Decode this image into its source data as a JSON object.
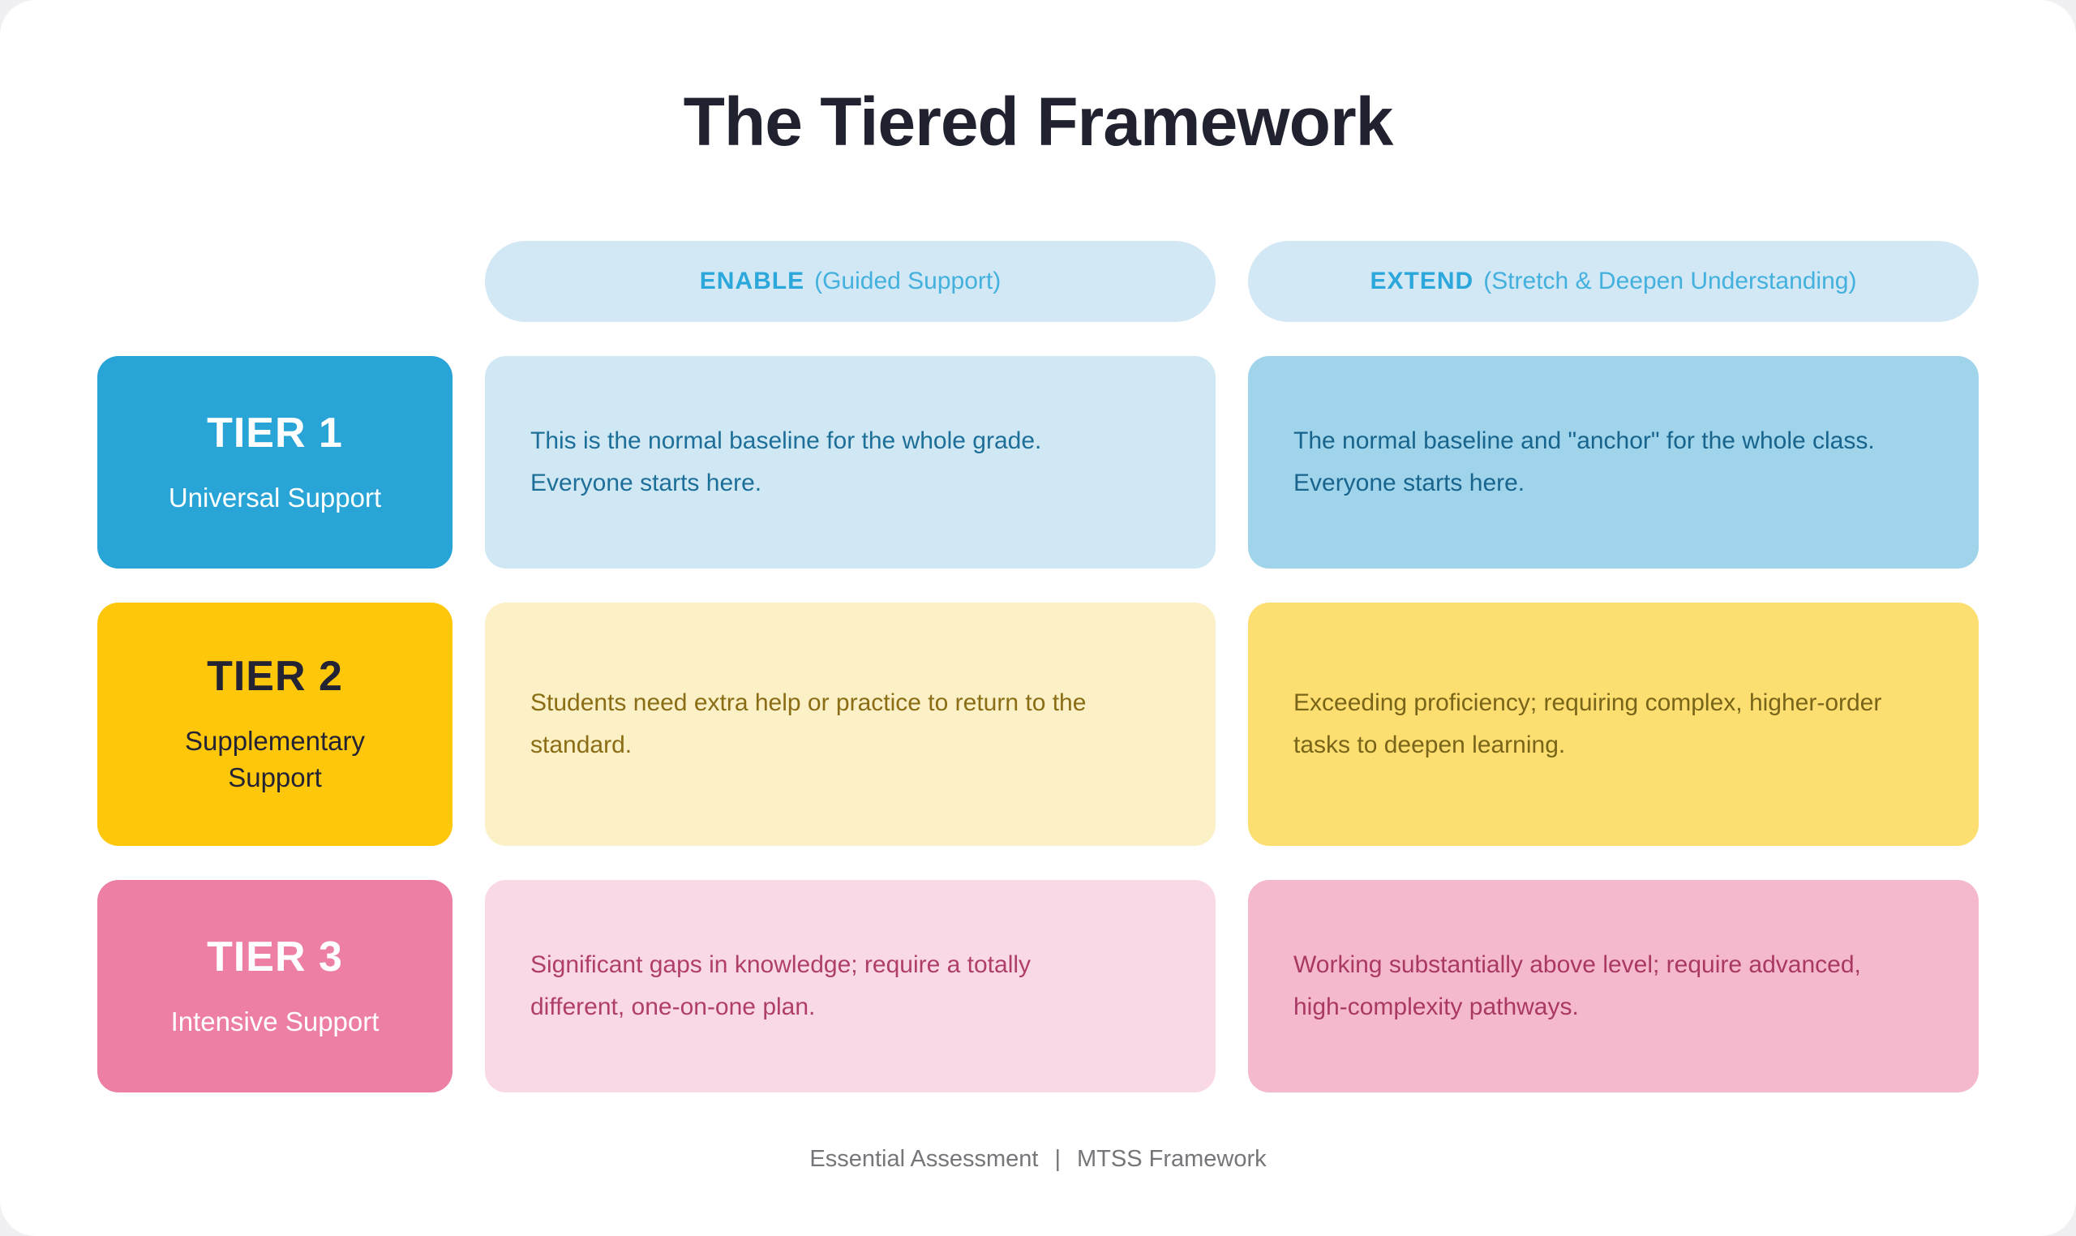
{
  "title": "The Tiered Framework",
  "columns": {
    "enable": {
      "label": "ENABLE",
      "sublabel": "(Guided Support)"
    },
    "extend": {
      "label": "EXTEND",
      "sublabel": "(Stretch & Deepen Understanding)"
    }
  },
  "tiers": [
    {
      "name": "TIER 1",
      "subtitle": "Universal Support",
      "enable": "This is the normal baseline for the whole grade.\nEveryone starts here.",
      "extend": "The normal baseline and \"anchor\" for the whole class.\nEveryone starts here."
    },
    {
      "name": "TIER 2",
      "subtitle": "Supplementary\nSupport",
      "enable": "Students need extra help or practice to return to the\nstandard.",
      "extend": "Exceeding proficiency; requiring complex, higher-order\ntasks to deepen learning."
    },
    {
      "name": "TIER 3",
      "subtitle": "Intensive Support",
      "enable": "Significant gaps in knowledge; require a totally\ndifferent, one-on-one plan.",
      "extend": "Working substantially above level; require advanced,\nhigh-complexity pathways."
    }
  ],
  "footer": {
    "brand": "Essential Assessment",
    "divider": "|",
    "label": "MTSS Framework"
  },
  "colors": {
    "page_background": "#f0f0f2",
    "card_background": "#ffffff",
    "title_text": "#20222f",
    "pill_background": "#d2e8f5",
    "pill_text": "#2ba7db",
    "tier1_card": "#29a4d6",
    "tier1_enable_cell": "#d0e8f4",
    "tier1_extend_cell": "#9fd4eb",
    "tier1_cell_text": "#1d6f99",
    "tier2_card": "#ffc70a",
    "tier2_enable_cell": "#fbf0c6",
    "tier2_extend_cell": "#fdde71",
    "tier2_cell_text": "#8a6d14",
    "tier3_card": "#ee7fa4",
    "tier3_enable_cell": "#fad9e6",
    "tier3_extend_cell": "#f5b9cd",
    "tier3_cell_text": "#b03e6b",
    "footer_text": "#76767a"
  }
}
